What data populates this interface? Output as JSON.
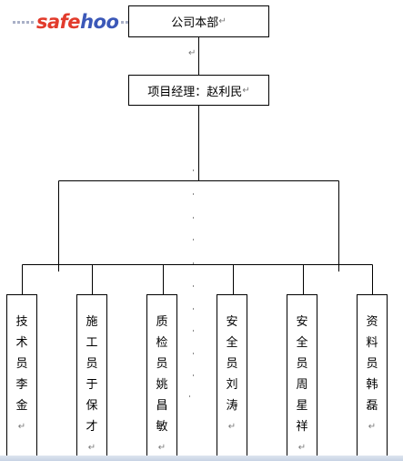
{
  "logo": {
    "brand_a": "safe",
    "brand_b": "hoo"
  },
  "top": {
    "label": "公司本部"
  },
  "manager": {
    "label": "项目经理：赵利民"
  },
  "return_mark": "↵",
  "staff": [
    {
      "role": "技术员",
      "name": "李金"
    },
    {
      "role": "施工员",
      "name": "于保才"
    },
    {
      "role": "质检员",
      "name": "姚昌敏"
    },
    {
      "role": "安全员",
      "name": "刘涛"
    },
    {
      "role": "安全员",
      "name": "周星祥"
    },
    {
      "role": "资料员",
      "name": "韩磊"
    }
  ]
}
